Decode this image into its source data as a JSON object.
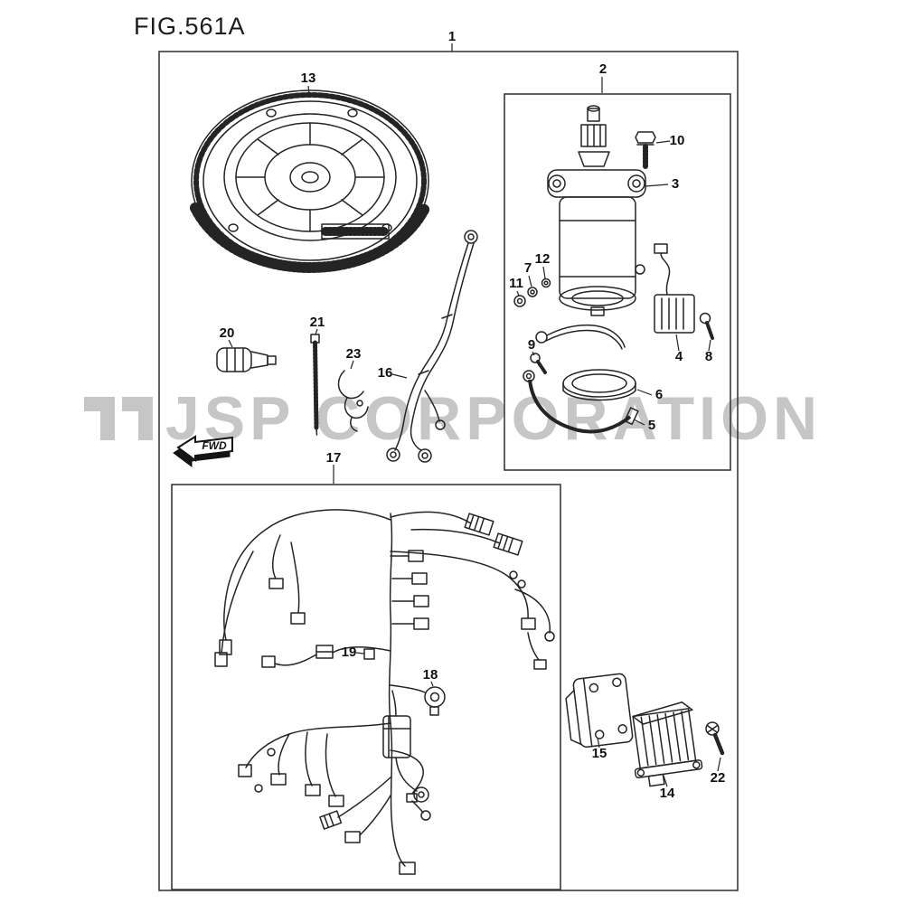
{
  "page": {
    "title": "FIG.561A",
    "watermark_text": "JSP CORPORATION"
  },
  "fwd": {
    "label": "FWD"
  },
  "colors": {
    "line": "#242424",
    "watermark": "#c6c6c6",
    "background": "#ffffff"
  },
  "callouts": {
    "c1": "1",
    "c2": "2",
    "c3": "3",
    "c4": "4",
    "c5": "5",
    "c6": "6",
    "c7": "7",
    "c8": "8",
    "c9": "9",
    "c10": "10",
    "c11": "11",
    "c12": "12",
    "c13": "13",
    "c14": "14",
    "c15": "15",
    "c16": "16",
    "c17": "17",
    "c18": "18",
    "c19": "19",
    "c20": "20",
    "c21": "21",
    "c22": "22",
    "c23": "23"
  }
}
